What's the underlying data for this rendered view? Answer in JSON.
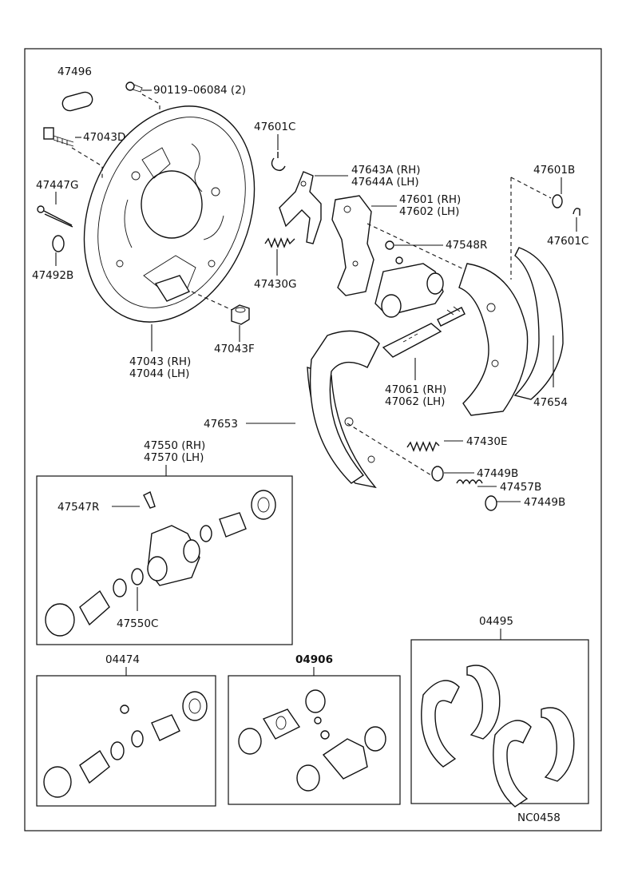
{
  "labels": {
    "p47496": "47496",
    "p90119": "90119–06084 (2)",
    "p47043D": "47043D",
    "p47447G": "47447G",
    "p47492B": "47492B",
    "p47043": "47043 (RH)",
    "p47044": "47044 (LH)",
    "p47043F": "47043F",
    "p47601C_a": "47601C",
    "p47643A": "47643A (RH)",
    "p47644A": "47644A (LH)",
    "p47601": "47601 (RH)",
    "p47602": "47602 (LH)",
    "p47430G": "47430G",
    "p47548R": "47548R",
    "p47601B": "47601B",
    "p47601C_b": "47601C",
    "p47061": "47061 (RH)",
    "p47062": "47062 (LH)",
    "p47654": "47654",
    "p47653": "47653",
    "p47430E": "47430E",
    "p47449B_a": "47449B",
    "p47457B": "47457B",
    "p47449B_b": "47449B",
    "p47550": "47550 (RH)",
    "p47570": "47570 (LH)",
    "p47547R": "47547R",
    "p47550C": "47550C",
    "p04474": "04474",
    "p04906": "04906",
    "p04495": "04495",
    "code": "NC0458"
  }
}
